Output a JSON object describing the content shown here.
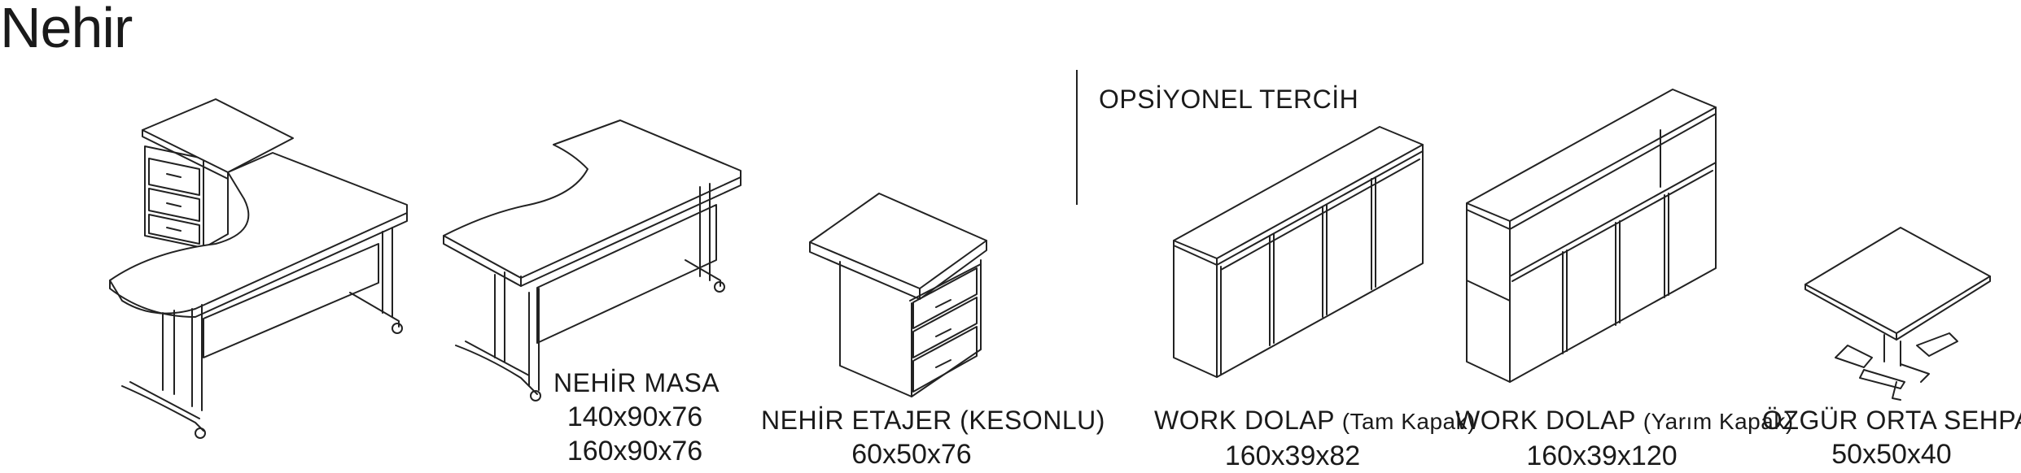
{
  "page": {
    "title": "Nehir",
    "optional_label": "OPSİYONEL TERCİH"
  },
  "products": [
    {
      "id": "masa",
      "name": "NEHİR MASA",
      "name_sub": "",
      "dims": [
        "140x90x76",
        "160x90x76"
      ]
    },
    {
      "id": "etajer",
      "name": "NEHİR ETAJER (KESONLU)",
      "name_sub": "",
      "dims": [
        "60x50x76"
      ]
    },
    {
      "id": "dolap_tam",
      "name": "WORK DOLAP",
      "name_sub": "(Tam Kapak)",
      "dims": [
        "160x39x82"
      ]
    },
    {
      "id": "dolap_yarim",
      "name": "WORK DOLAP",
      "name_sub": "(Yarım Kapak)",
      "dims": [
        "160x39x120"
      ]
    },
    {
      "id": "sehpa",
      "name": "ÖZGÜR ORTA SEHPA",
      "name_sub": "",
      "dims": [
        "50x50x40"
      ]
    }
  ]
}
